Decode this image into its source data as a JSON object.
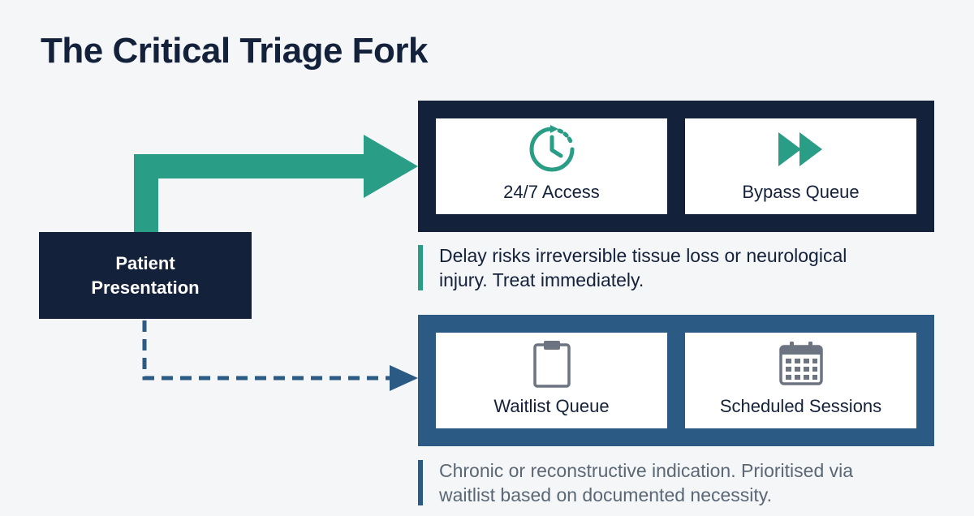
{
  "title": "The Critical Triage Fork",
  "patient": {
    "line1": "Patient",
    "line2": "Presentation"
  },
  "urgent": {
    "cards": [
      {
        "label": "24/7 Access",
        "icon": "clock-icon"
      },
      {
        "label": "Bypass Queue",
        "icon": "fast-forward-icon"
      }
    ],
    "note": {
      "line1": "Delay risks irreversible tissue loss or neurological",
      "line2": "injury. Treat immediately."
    }
  },
  "elective": {
    "cards": [
      {
        "label": "Waitlist Queue",
        "icon": "clipboard-icon"
      },
      {
        "label": "Scheduled Sessions",
        "icon": "calendar-icon"
      }
    ],
    "note": {
      "line1": "Chronic or reconstructive indication. Prioritised via",
      "line2": "waitlist based on documented necessity."
    }
  },
  "colors": {
    "navy": "#14213a",
    "teal": "#2a9d86",
    "steel_blue": "#2b5b85",
    "icon_gray": "#6b7480"
  }
}
